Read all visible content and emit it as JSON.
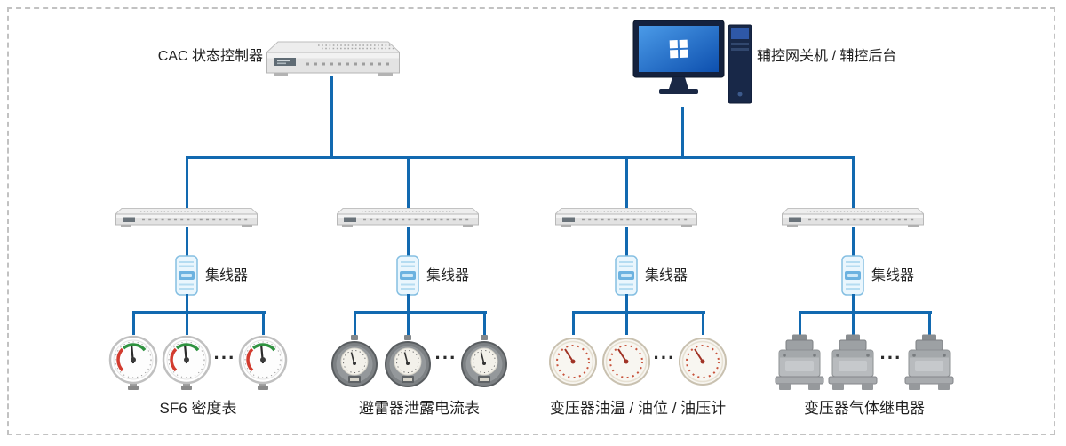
{
  "colors": {
    "line_blue": "#1269b0",
    "border_gray": "#c2c2c2",
    "gauge_red": "#d23b2e",
    "gauge_green": "#2f9240",
    "hub_blue": "#6cb2e0"
  },
  "top": {
    "controller_label": "CAC 状态控制器",
    "computer_label": "辅控网关机 / 辅控后台"
  },
  "branches": [
    {
      "hub_label": "集线器",
      "ellipsis": "···",
      "group_label": "SF6 密度表"
    },
    {
      "hub_label": "集线器",
      "ellipsis": "···",
      "group_label": "避雷器泄露电流表"
    },
    {
      "hub_label": "集线器",
      "ellipsis": "···",
      "group_label": "变压器油温 / 油位 / 油压计"
    },
    {
      "hub_label": "集线器",
      "ellipsis": "···",
      "group_label": "变压器气体继电器"
    }
  ]
}
